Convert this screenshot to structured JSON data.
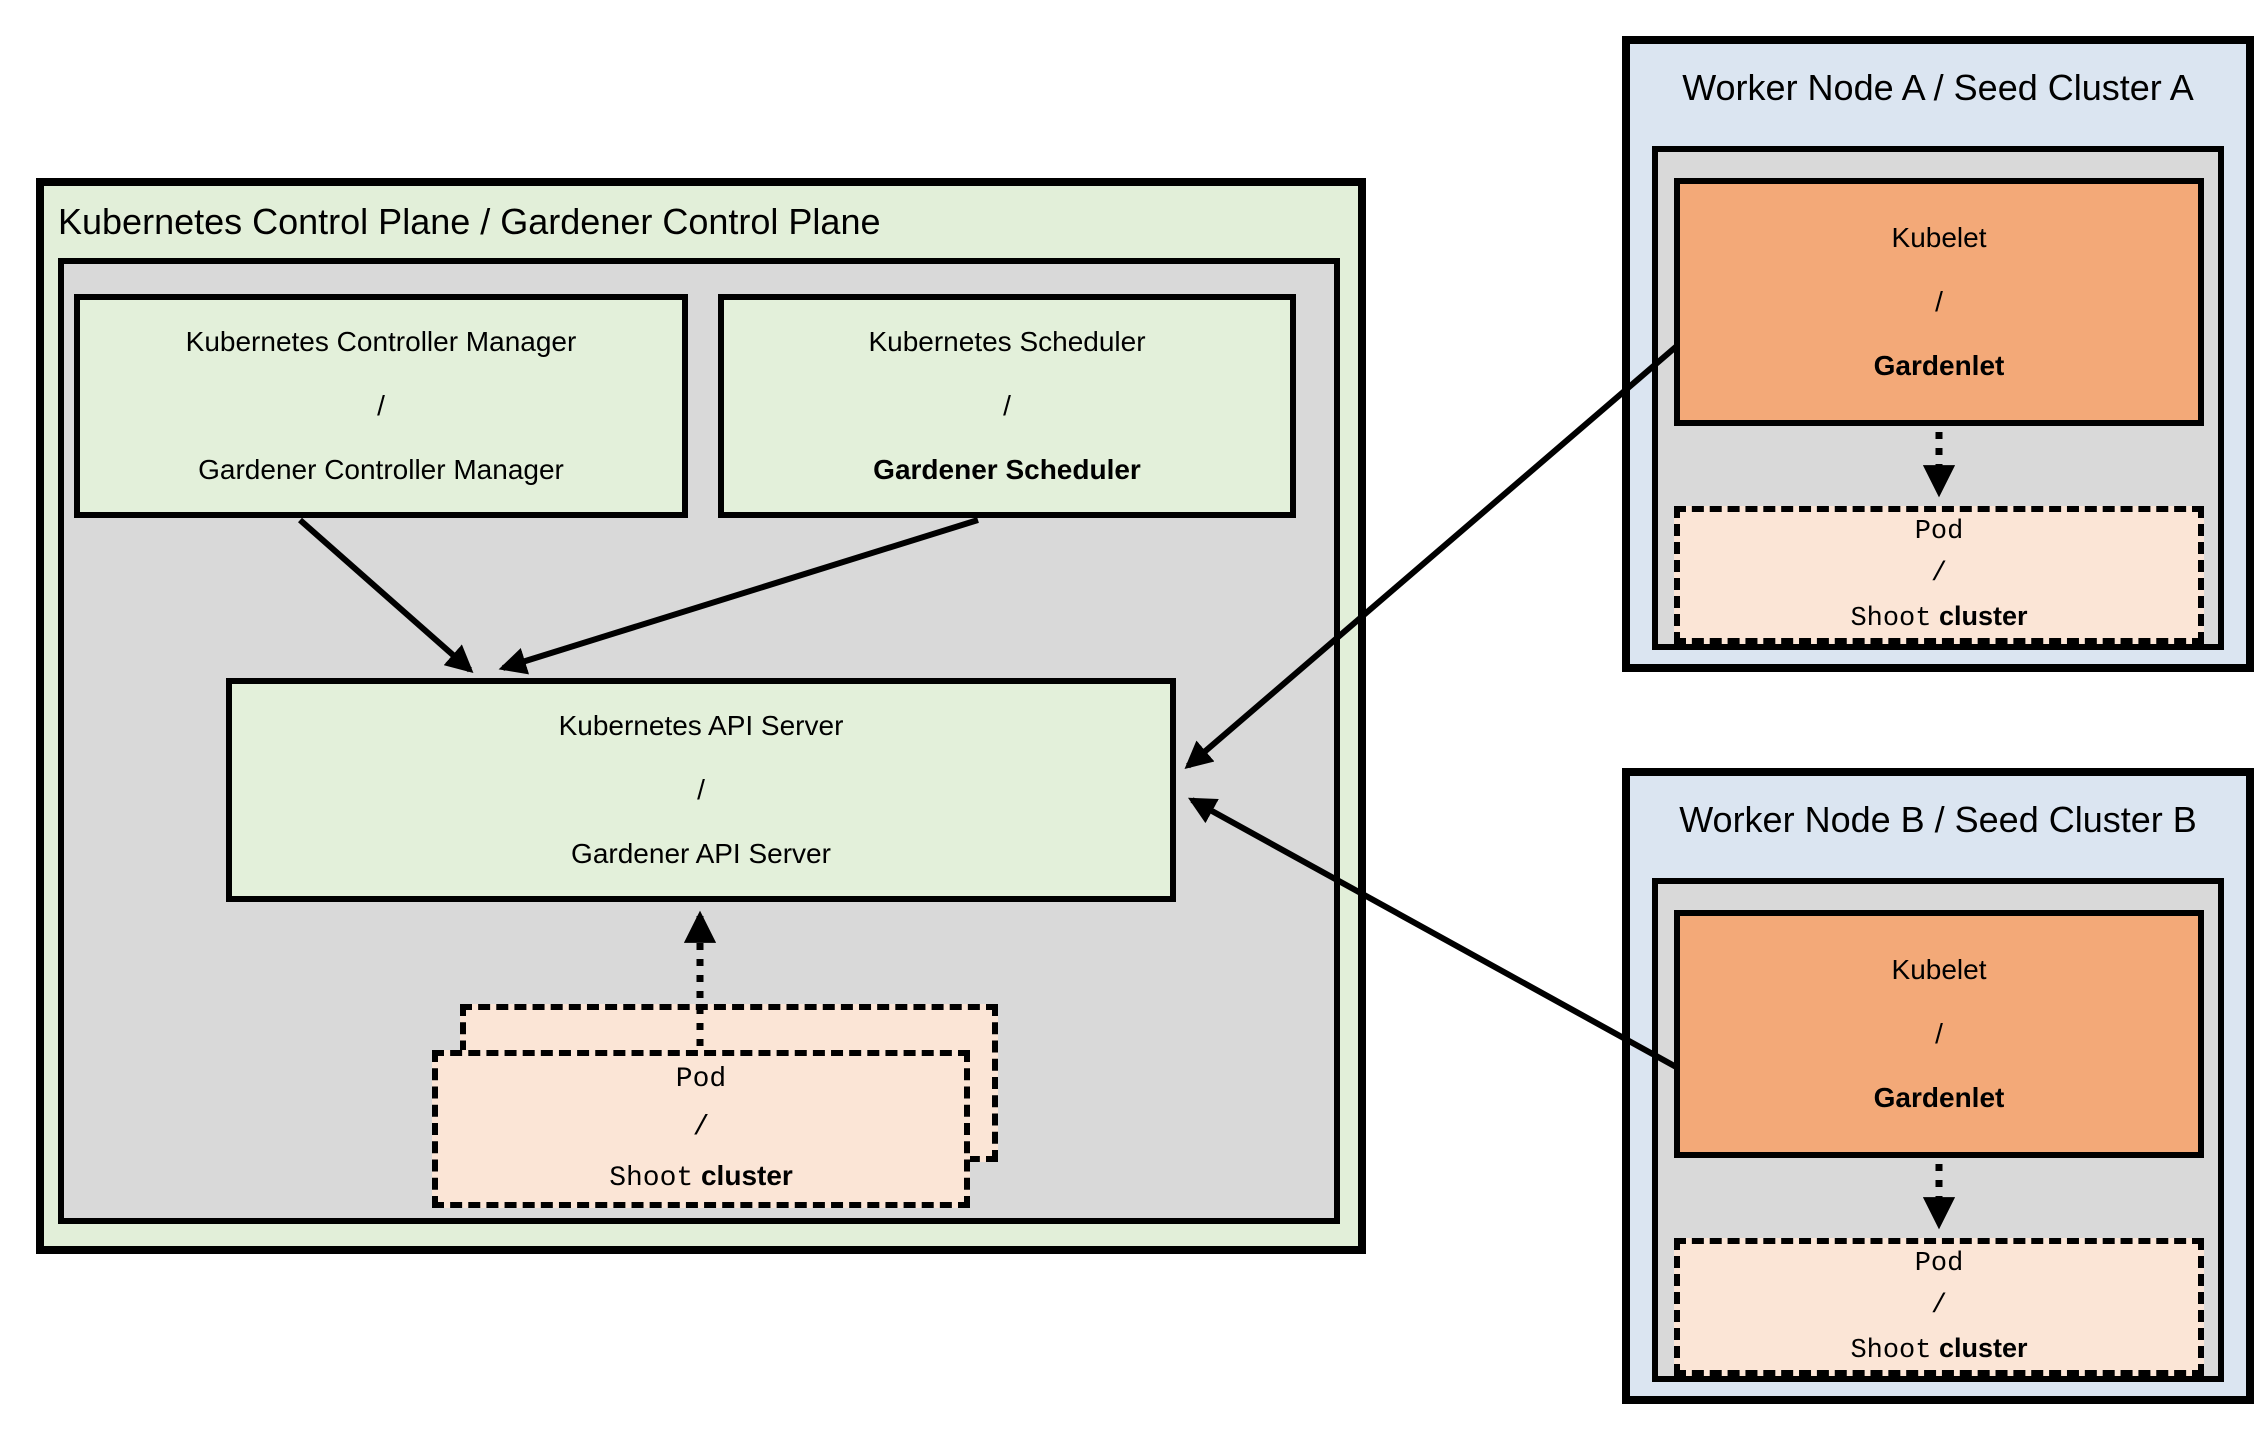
{
  "colors": {
    "page-bg": "#ffffff",
    "control-plane-green": "#e2efd9",
    "component-green": "#e3f0da",
    "inner-gray": "#d9d9d9",
    "worker-blue": "#dbe5f1",
    "kubelet-orange": "#f3a978",
    "pod-peach": "#fbe5d6",
    "line-black": "#000000"
  },
  "control_plane": {
    "title": "Kubernetes Control Plane / Gardener Control Plane",
    "controller_manager": {
      "top": "Kubernetes Controller Manager",
      "sep": "/",
      "bottom": "Gardener Controller Manager"
    },
    "scheduler": {
      "top": "Kubernetes Scheduler",
      "sep": "/",
      "bottom": "Gardener Scheduler"
    },
    "api_server": {
      "top": "Kubernetes API Server",
      "sep": "/",
      "bottom": "Gardener API Server"
    }
  },
  "kubelet": {
    "top": "Kubelet",
    "sep": "/",
    "bottom": "Gardenlet"
  },
  "pod": {
    "top": "Pod",
    "sep": "/",
    "bottom_mono": "Shoot",
    "bottom_sans": "cluster"
  },
  "workers": {
    "a": {
      "title": "Worker Node A / Seed Cluster A"
    },
    "b": {
      "title": "Worker Node B / Seed Cluster B"
    }
  },
  "connections": [
    {
      "from": "controller-manager",
      "to": "api-server",
      "style": "solid-arrow"
    },
    {
      "from": "scheduler",
      "to": "api-server",
      "style": "solid-arrow"
    },
    {
      "from": "pod-shoot-cluster-control-plane",
      "to": "api-server",
      "style": "dotted-arrow"
    },
    {
      "from": "kubelet-gardenlet-worker-a",
      "to": "api-server",
      "style": "solid-arrow"
    },
    {
      "from": "kubelet-gardenlet-worker-b",
      "to": "api-server",
      "style": "solid-arrow"
    },
    {
      "from": "kubelet-gardenlet-worker-a",
      "to": "pod-shoot-cluster-worker-a",
      "style": "dotted-arrow"
    },
    {
      "from": "kubelet-gardenlet-worker-b",
      "to": "pod-shoot-cluster-worker-b",
      "style": "dotted-arrow"
    }
  ]
}
